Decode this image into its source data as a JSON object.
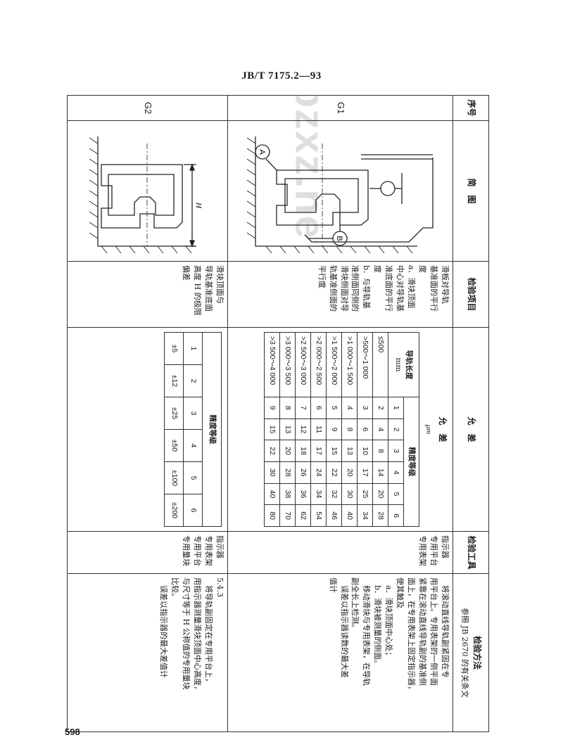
{
  "header": {
    "standard_code": "JB/T 7175.2—93"
  },
  "page_number": "598",
  "watermark": "bzxz.net",
  "columns": {
    "seq": "序号",
    "diagram": "简　图",
    "item": "检验项目",
    "tolerance": "允　差",
    "tool": "检验工具",
    "method_line1": "检验方法",
    "method_line2": "参照 JB 2670 的有关条文"
  },
  "g1": {
    "seq": "G1",
    "diagram_labels": {
      "a": "A",
      "b": "B"
    },
    "item_lines": [
      "滑板对导轨",
      "基准面的平行",
      "度",
      "a．滑块顶面",
      "中心对导轨基",
      "准底面的平行",
      "度",
      "b．与导轨基",
      "准侧面同侧的",
      "滑块侧面对导",
      "轨基准侧面的",
      "平行度"
    ],
    "tol_unit": "μm",
    "tol_grade_header": "精度等级",
    "tol_length_header": "导轨长度",
    "tol_length_unit": "mm",
    "grades": [
      "1",
      "2",
      "3",
      "4",
      "5",
      "6"
    ],
    "rows": [
      {
        "len": "≤500",
        "vals": [
          "2",
          "4",
          "8",
          "14",
          "20",
          "28"
        ]
      },
      {
        "len": ">500～1 000",
        "vals": [
          "3",
          "6",
          "10",
          "17",
          "25",
          "34"
        ]
      },
      {
        "len": ">1 000～1 500",
        "vals": [
          "4",
          "8",
          "13",
          "20",
          "30",
          "40"
        ]
      },
      {
        "len": ">1 500～2 000",
        "vals": [
          "5",
          "9",
          "15",
          "22",
          "32",
          "46"
        ]
      },
      {
        "len": ">2 000～2 500",
        "vals": [
          "6",
          "11",
          "17",
          "24",
          "34",
          "54"
        ]
      },
      {
        "len": ">2 500～3 000",
        "vals": [
          "7",
          "12",
          "18",
          "26",
          "36",
          "62"
        ]
      },
      {
        "len": ">3 000～3 500",
        "vals": [
          "8",
          "13",
          "20",
          "28",
          "38",
          "70"
        ]
      },
      {
        "len": ">3 500～4 000",
        "vals": [
          "9",
          "15",
          "22",
          "30",
          "40",
          "80"
        ]
      }
    ],
    "tool_lines": [
      "指示器",
      "专用平台",
      "专用表架"
    ],
    "method_lines": [
      "将滚动直线导轨副紧固在专",
      "用平台上。专用表架的一侧平面",
      "紧靠在滚动直线导轨副的基准侧",
      "面上，在专用表架上固定指示器，",
      "使其触及",
      "a．滑块顶面中心处；",
      "b．滑块被测量的侧面。",
      "移动滑块与专用表架，在导轨",
      "副全长上检测。",
      "误差以指示器读数的最大差",
      "值计"
    ]
  },
  "g2": {
    "seq": "G2",
    "diagram_labels": {
      "h": "H"
    },
    "item_lines": [
      "滑块顶面与",
      "导轨基准底面",
      "高度 H 的极限",
      "偏差"
    ],
    "tol_grade_header": "精度等级",
    "grades": [
      "1",
      "2",
      "3",
      "4",
      "5",
      "6"
    ],
    "vals": [
      "±5",
      "±12",
      "±25",
      "±50",
      "±100",
      "±200"
    ],
    "tool_lines": [
      "指示器",
      "专用表架",
      "专用平台",
      "专用量块"
    ],
    "method_lines": [
      "5.4.3",
      "将导轨副固定在专用平台上，",
      "用指示器测量滑块顶面中心高度，",
      "与尺寸等于 H 公称值的专用量块",
      "比较。",
      "误差以指示器的最大差值计"
    ]
  }
}
